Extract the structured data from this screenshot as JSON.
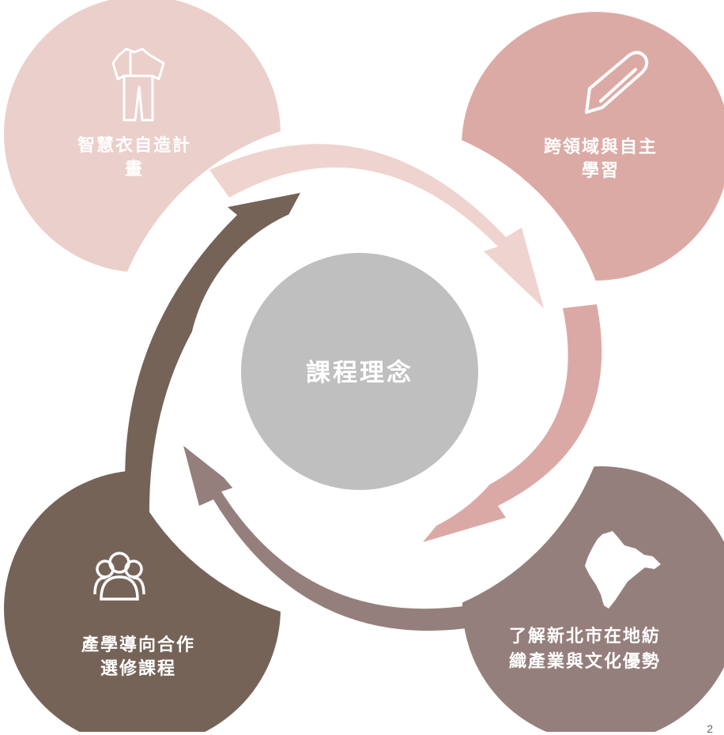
{
  "center": {
    "label": "課程理念"
  },
  "nodes": {
    "top_left": {
      "line1": "智慧衣自造計",
      "line2": "畫",
      "color": "#ebcfcb",
      "icon": "shirt-icon"
    },
    "top_right": {
      "line1": "跨領域與自主",
      "line2": "學習",
      "color": "#dcaaa5",
      "icon": "pen-icon"
    },
    "bottom_left": {
      "line1": "產學導向合作",
      "line2": "選修課程",
      "color": "#766358",
      "icon": "people-group-icon"
    },
    "bottom_right": {
      "line1": "了解新北市在地紡",
      "line2": "織產業與文化優勢",
      "color": "#957f7d",
      "icon": "map-icon"
    }
  },
  "colors": {
    "center_circle": "#bfbfbf",
    "arrow_top": "#efd3cf",
    "arrow_right": "#dba9a5",
    "arrow_bottom": "#957f7d",
    "arrow_left": "#756358"
  },
  "page_number": "2"
}
